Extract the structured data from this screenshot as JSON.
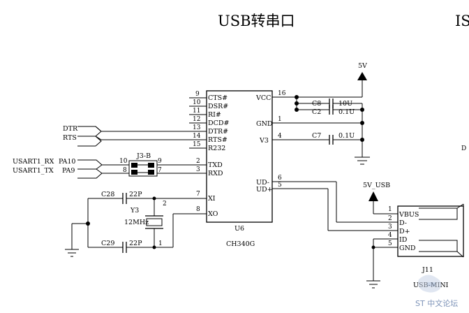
{
  "title": "USB转串口",
  "title_right_partial": "IS",
  "side_partial": "D",
  "watermark": "ST 中文论坛",
  "ic": {
    "ref": "U6",
    "part": "CH340G",
    "left_pins": [
      {
        "num": "9",
        "name": "CTS#"
      },
      {
        "num": "10",
        "name": "DSR#"
      },
      {
        "num": "11",
        "name": "RI#"
      },
      {
        "num": "12",
        "name": "DCD#"
      },
      {
        "num": "13",
        "name": "DTR#"
      },
      {
        "num": "14",
        "name": "RTS#"
      },
      {
        "num": "15",
        "name": "R232"
      },
      {
        "num": "2",
        "name": "TXD"
      },
      {
        "num": "3",
        "name": "RXD"
      },
      {
        "num": "7",
        "name": "XI"
      },
      {
        "num": "8",
        "name": "XO"
      }
    ],
    "right_pins": [
      {
        "num": "16",
        "name": "VCC"
      },
      {
        "num": "1",
        "name": "GND"
      },
      {
        "num": "4",
        "name": "V3"
      },
      {
        "num": "6",
        "name": "UD-"
      },
      {
        "num": "5",
        "name": "UD+"
      }
    ]
  },
  "nets": {
    "dtr": "DTR",
    "rts": "RTS",
    "usart_rx": "USART1_RX",
    "usart_tx": "USART1_TX",
    "pa10": "PA10",
    "pa9": "PA9",
    "power_5v": "5V",
    "power_5v_usb": "5V_USB"
  },
  "jumper": {
    "ref": "J3-B",
    "pins": [
      "10",
      "9",
      "8",
      "7"
    ]
  },
  "caps": [
    {
      "ref": "C8",
      "value": "10U"
    },
    {
      "ref": "C2",
      "value": "0.1U"
    },
    {
      "ref": "C7",
      "value": "0.1U"
    },
    {
      "ref": "C28",
      "value": "22P"
    },
    {
      "ref": "C29",
      "value": "22P"
    }
  ],
  "crystal": {
    "ref": "Y3",
    "value": "12MHz",
    "pin1": "1",
    "pin2": "2"
  },
  "usb": {
    "ref": "J11",
    "part": "USB-MINI",
    "pins": [
      {
        "num": "1",
        "name": "VBUS"
      },
      {
        "num": "2",
        "name": "D-"
      },
      {
        "num": "3",
        "name": "D+"
      },
      {
        "num": "4",
        "name": "ID"
      },
      {
        "num": "5",
        "name": "GND"
      }
    ]
  }
}
